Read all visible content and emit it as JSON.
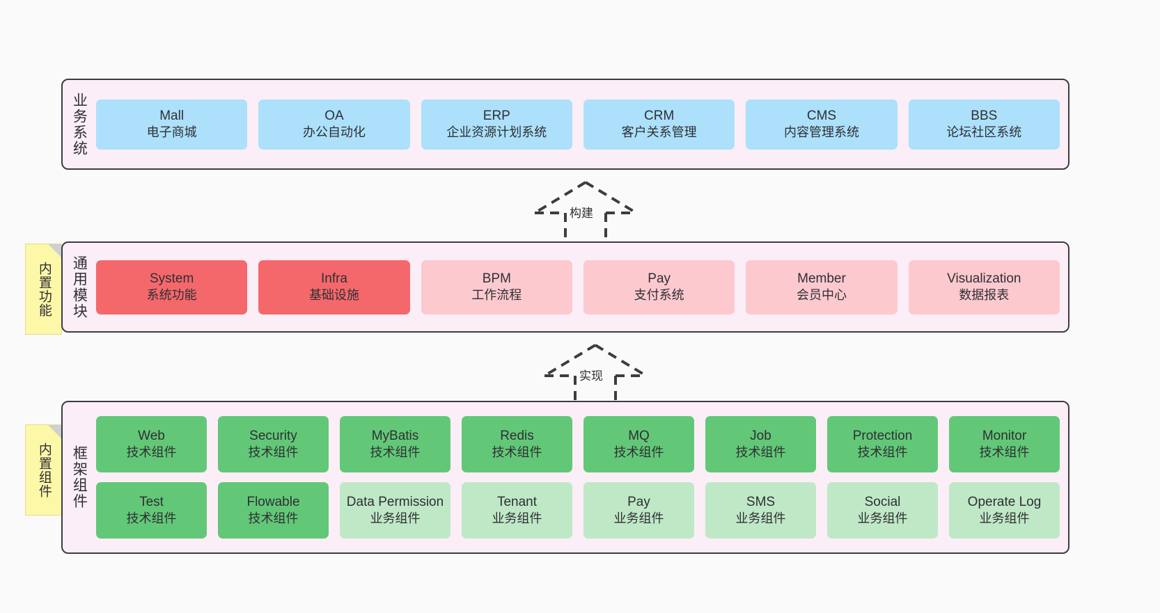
{
  "diagram": {
    "background_color": "#fafafa",
    "panel_color": "#fbeef7",
    "panel_border_color": "#3c3c43"
  },
  "layers": [
    {
      "id": "business",
      "title": "业务系统",
      "note": null,
      "rows": [
        {
          "cards": [
            {
              "name": "Mall",
              "sub": "电子商城",
              "color": "#ace0fb",
              "variant": "c-blue"
            },
            {
              "name": "OA",
              "sub": "办公自动化",
              "color": "#ace0fb",
              "variant": "c-blue"
            },
            {
              "name": "ERP",
              "sub": "企业资源计划系统",
              "color": "#ace0fb",
              "variant": "c-blue"
            },
            {
              "name": "CRM",
              "sub": "客户关系管理",
              "color": "#ace0fb",
              "variant": "c-blue"
            },
            {
              "name": "CMS",
              "sub": "内容管理系统",
              "color": "#ace0fb",
              "variant": "c-blue"
            },
            {
              "name": "BBS",
              "sub": "论坛社区系统",
              "color": "#ace0fb",
              "variant": "c-blue"
            }
          ]
        }
      ]
    },
    {
      "id": "common",
      "title": "通用模块",
      "note": "内置功能",
      "rows": [
        {
          "cards": [
            {
              "name": "System",
              "sub": "系统功能",
              "color": "#f4686c",
              "variant": "c-red"
            },
            {
              "name": "Infra",
              "sub": "基础设施",
              "color": "#f4686c",
              "variant": "c-red"
            },
            {
              "name": "BPM",
              "sub": "工作流程",
              "color": "#fcc9cf",
              "variant": "c-pink"
            },
            {
              "name": "Pay",
              "sub": "支付系统",
              "color": "#fcc9cf",
              "variant": "c-pink"
            },
            {
              "name": "Member",
              "sub": "会员中心",
              "color": "#fcc9cf",
              "variant": "c-pink"
            },
            {
              "name": "Visualization",
              "sub": "数据报表",
              "color": "#fcc9cf",
              "variant": "c-pink"
            }
          ]
        }
      ]
    },
    {
      "id": "framework",
      "title": "框架组件",
      "note": "内置组件",
      "rows": [
        {
          "cards": [
            {
              "name": "Web",
              "sub": "技术组件",
              "color": "#62c878",
              "variant": "c-green"
            },
            {
              "name": "Security",
              "sub": "技术组件",
              "color": "#62c878",
              "variant": "c-green"
            },
            {
              "name": "MyBatis",
              "sub": "技术组件",
              "color": "#62c878",
              "variant": "c-green"
            },
            {
              "name": "Redis",
              "sub": "技术组件",
              "color": "#62c878",
              "variant": "c-green"
            },
            {
              "name": "MQ",
              "sub": "技术组件",
              "color": "#62c878",
              "variant": "c-green"
            },
            {
              "name": "Job",
              "sub": "技术组件",
              "color": "#62c878",
              "variant": "c-green"
            },
            {
              "name": "Protection",
              "sub": "技术组件",
              "color": "#62c878",
              "variant": "c-green"
            },
            {
              "name": "Monitor",
              "sub": "技术组件",
              "color": "#62c878",
              "variant": "c-green"
            }
          ]
        },
        {
          "cards": [
            {
              "name": "Test",
              "sub": "技术组件",
              "color": "#62c878",
              "variant": "c-green"
            },
            {
              "name": "Flowable",
              "sub": "技术组件",
              "color": "#62c878",
              "variant": "c-green"
            },
            {
              "name": "Data Permission",
              "sub": "业务组件",
              "color": "#bfe8c7",
              "variant": "c-greenlight"
            },
            {
              "name": "Tenant",
              "sub": "业务组件",
              "color": "#bfe8c7",
              "variant": "c-greenlight"
            },
            {
              "name": "Pay",
              "sub": "业务组件",
              "color": "#bfe8c7",
              "variant": "c-greenlight"
            },
            {
              "name": "SMS",
              "sub": "业务组件",
              "color": "#bfe8c7",
              "variant": "c-greenlight"
            },
            {
              "name": "Social",
              "sub": "业务组件",
              "color": "#bfe8c7",
              "variant": "c-greenlight"
            },
            {
              "name": "Operate Log",
              "sub": "业务组件",
              "color": "#bfe8c7",
              "variant": "c-greenlight"
            }
          ]
        }
      ]
    }
  ],
  "connectors": [
    {
      "id": "build",
      "label": "构建",
      "style": "dashed-hollow-arrow-up",
      "from": "通用模块",
      "to": "业务系统"
    },
    {
      "id": "impl",
      "label": "实现",
      "style": "dashed-hollow-arrow-up",
      "from": "框架组件",
      "to": "通用模块"
    }
  ]
}
